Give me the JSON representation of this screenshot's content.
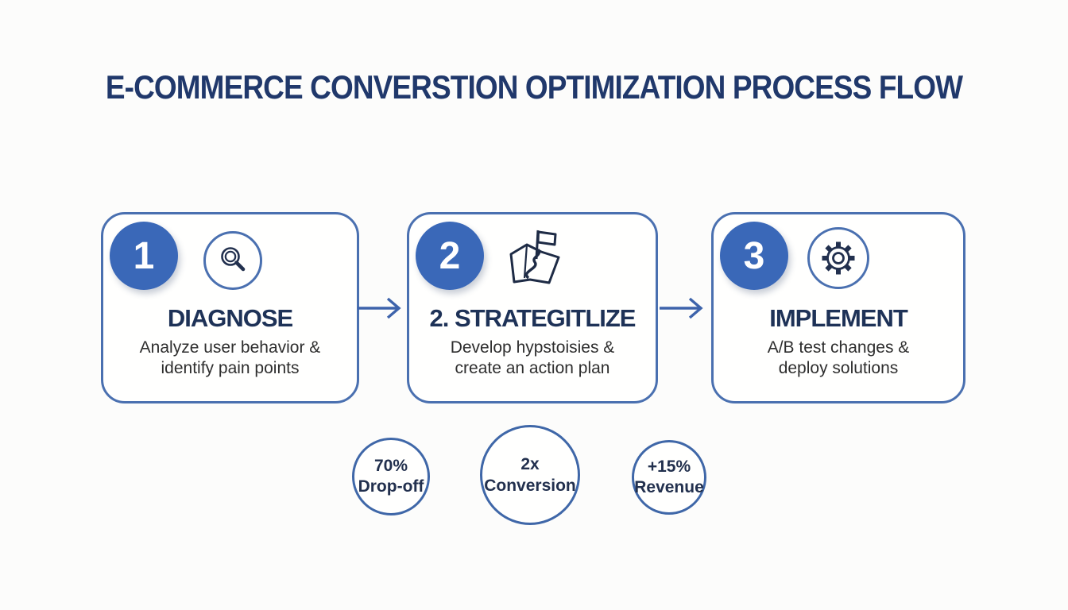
{
  "title": "E-COMMERCE CONVERSTION OPTIMIZATION PROCESS FLOW",
  "colors": {
    "background": "#fcfcfb",
    "accent_blue": "#3a68b8",
    "border_blue": "#4a70b0",
    "arrow_blue": "#3d63ab",
    "navy_text": "#1e3257",
    "title_navy": "#20386b",
    "body_text": "#2e2e2e",
    "stat_text": "#22304e"
  },
  "steps": [
    {
      "number": "1",
      "icon": "magnifier-icon",
      "title": "DIAGNOSE",
      "description_line1": "Analyze user behavior &",
      "description_line2": "identify pain points"
    },
    {
      "number": "2",
      "icon": "map-flag-icon",
      "title": "2. STRATEGITLIZE",
      "description_line1": "Develop hypstoisies &",
      "description_line2": "create an action plan"
    },
    {
      "number": "3",
      "icon": "gear-icon",
      "title": "IMPLEMENT",
      "description_line1": "A/B test changes &",
      "description_line2": "deploy solutions"
    }
  ],
  "stats": [
    {
      "value": "70%",
      "label": "Drop-off"
    },
    {
      "value": "2x",
      "label": "Conversion"
    },
    {
      "value": "+15%",
      "label": "Revenue"
    }
  ]
}
